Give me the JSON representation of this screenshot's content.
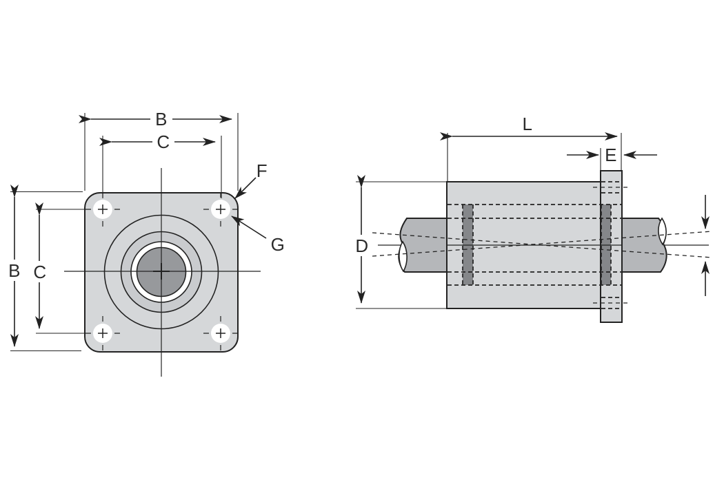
{
  "front_view": {
    "dim_width_top": "B",
    "dim_hole_spacing_top": "C",
    "dim_width_left": "B",
    "dim_hole_spacing_left": "C",
    "callout_mount_hole": "F",
    "callout_corner": "G"
  },
  "side_view": {
    "dim_length": "L",
    "dim_flange_thickness": "E",
    "dim_outer_diameter": "D"
  },
  "colors": {
    "background": "#ffffff",
    "body_fill": "#d5d7d9",
    "ring_fill": "#c9cbce",
    "bore_fill": "#97999c",
    "shaft_fill": "#b5b7ba",
    "seal_fill": "#85878a",
    "line": "#222222",
    "label": "#2b2b2b"
  }
}
